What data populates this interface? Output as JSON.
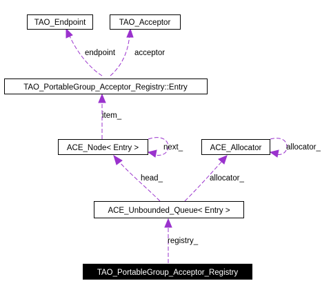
{
  "diagram": {
    "nodes": {
      "tao_endpoint": "TAO_Endpoint",
      "tao_acceptor": "TAO_Acceptor",
      "registry_entry": "TAO_PortableGroup_Acceptor_Registry::Entry",
      "ace_node": "ACE_Node< Entry >",
      "ace_allocator": "ACE_Allocator",
      "ace_queue": "ACE_Unbounded_Queue< Entry >",
      "registry": "TAO_PortableGroup_Acceptor_Registry"
    },
    "edges": {
      "endpoint": "endpoint",
      "acceptor": "acceptor",
      "item": "item_",
      "next": "next_",
      "allocator_self": "allocator_",
      "head": "head_",
      "allocator": "allocator_",
      "registry": "registry_"
    },
    "colors": {
      "edge": "#9a32cd",
      "highlight_fill": "#000000"
    }
  }
}
